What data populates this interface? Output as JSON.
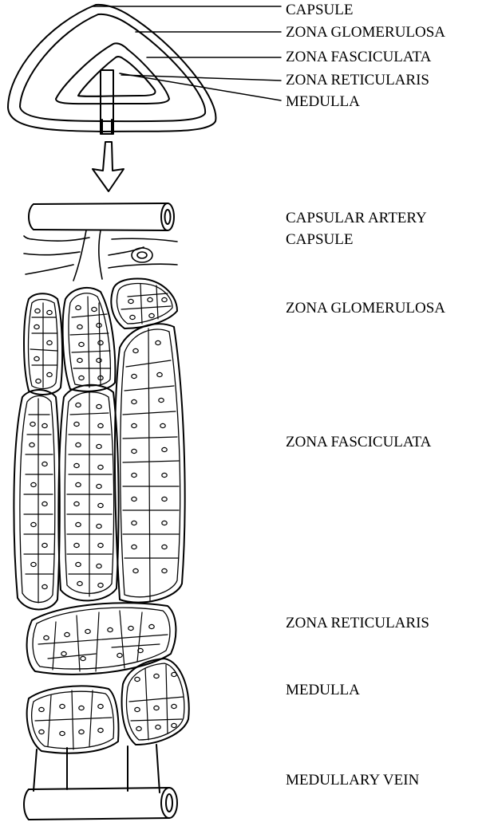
{
  "top_labels": [
    "CAPSULE",
    "ZONA GLOMERULOSA",
    "ZONA FASCICULATA",
    "ZONA RETICULARIS",
    "MEDULLA"
  ],
  "side_labels": {
    "capsular_artery": "CAPSULAR ARTERY",
    "capsule": "CAPSULE",
    "zona_glomerulosa": "ZONA GLOMERULOSA",
    "zona_fasciculata": "ZONA FASCICULATA",
    "zona_reticularis": "ZONA RETICULARIS",
    "medulla": "MEDULLA",
    "medullary_vein": "MEDULLARY VEIN"
  }
}
